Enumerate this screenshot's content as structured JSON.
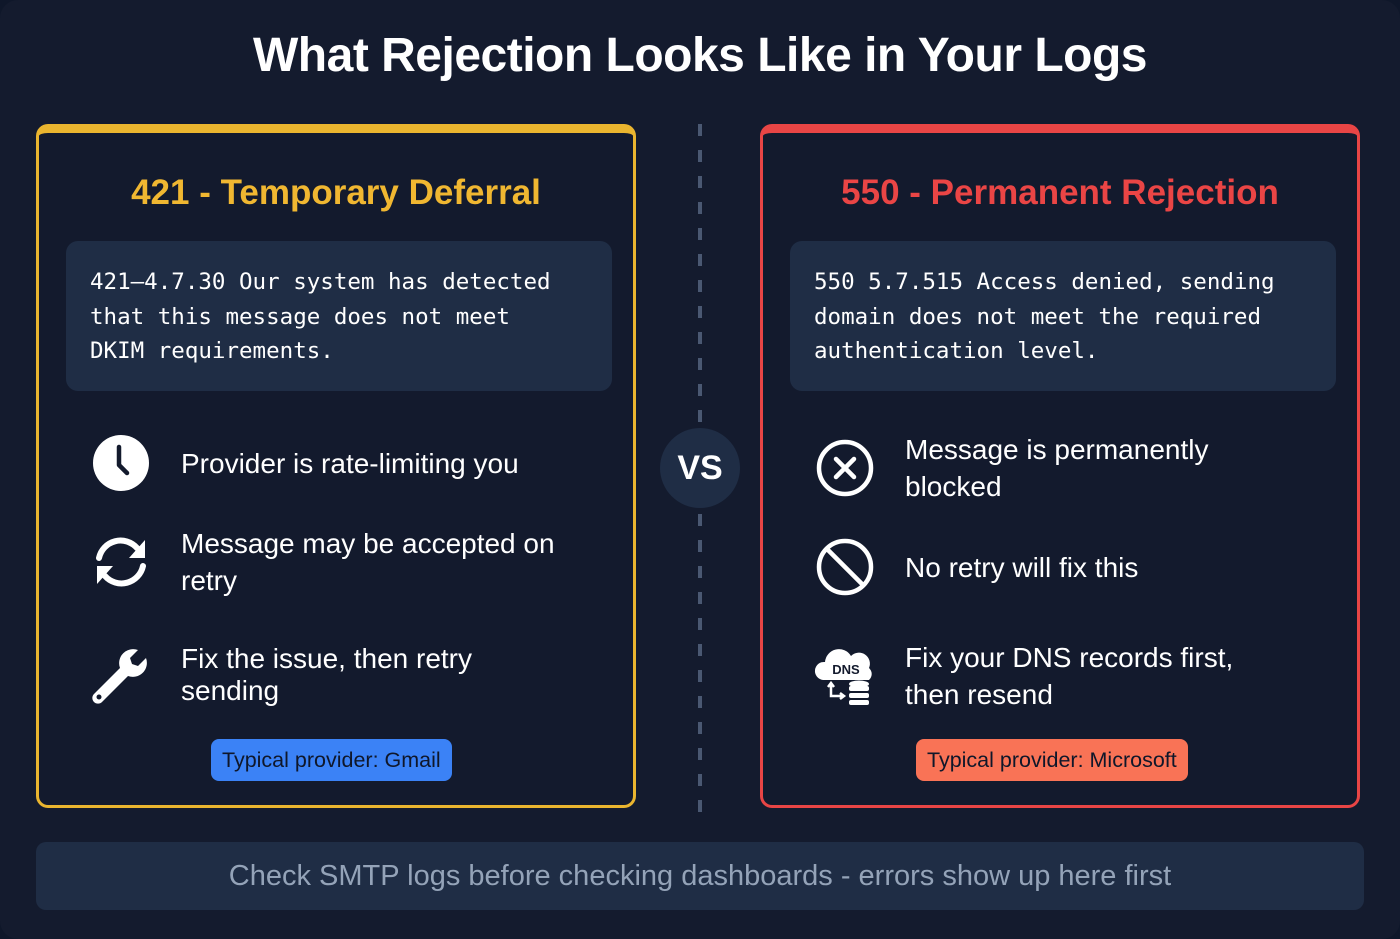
{
  "title": "What Rejection Looks Like in Your Logs",
  "colors": {
    "background": "#141b2e",
    "deferral_accent": "#eab52f",
    "rejection_accent": "#e84545",
    "code_box": "#1f2d45",
    "gmail_badge": "#3b82f6",
    "microsoft_badge": "#f97356",
    "footer_text": "#94a3b8"
  },
  "left": {
    "heading": "421 - Temporary Deferral",
    "code": "421–4.7.30 Our system has detected\nthat this message does not meet\nDKIM requirements.",
    "items": [
      {
        "icon": "clock-icon",
        "text": "Provider is rate-limiting you"
      },
      {
        "icon": "refresh-icon",
        "text": "Message may be accepted on retry"
      },
      {
        "icon": "wrench-icon",
        "text": "Fix the issue, then retry sending"
      }
    ],
    "badge": "Typical provider: Gmail"
  },
  "vs_label": "VS",
  "right": {
    "heading": "550 - Permanent Rejection",
    "code": "550 5.7.515 Access denied, sending\ndomain does not meet the required\nauthentication level.",
    "items": [
      {
        "icon": "x-circle-icon",
        "text": "Message is permanently blocked"
      },
      {
        "icon": "prohibited-icon",
        "text": "No retry will fix this"
      },
      {
        "icon": "dns-icon",
        "icon_label": "DNS",
        "text": "Fix your DNS records first, then resend"
      }
    ],
    "badge": "Typical provider: Microsoft"
  },
  "footer": "Check SMTP logs before checking dashboards - errors show up here first"
}
